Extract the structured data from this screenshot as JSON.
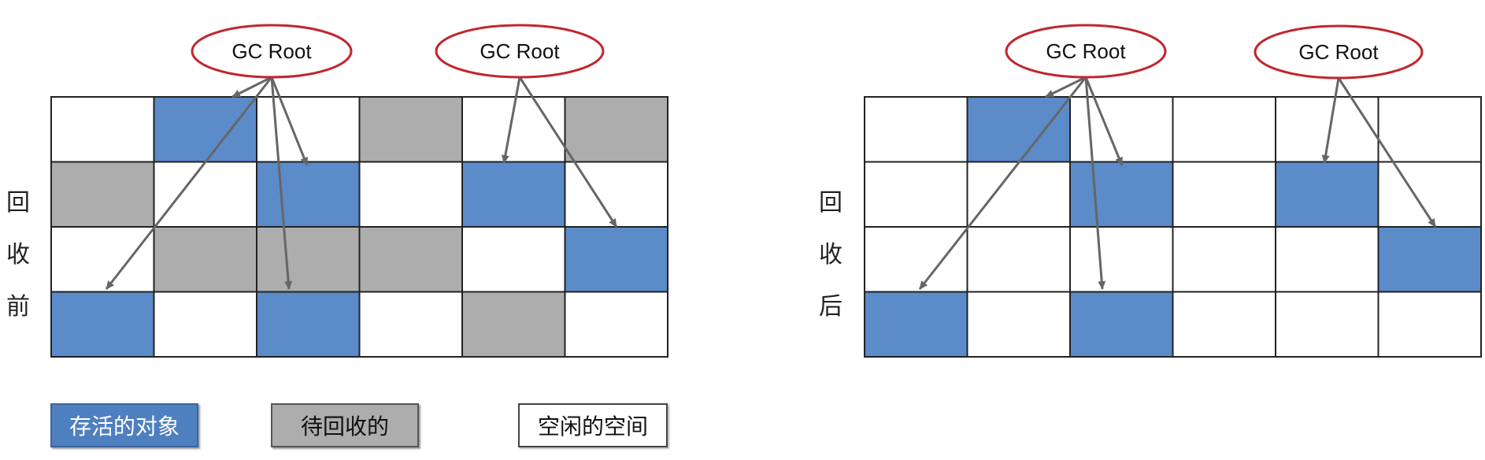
{
  "colors": {
    "alive": "#5b8bc9",
    "garbage": "#adadad",
    "free": "#ffffff",
    "grid_line": "#222222",
    "root_ellipse_stroke": "#c0272d",
    "arrow": "#666666"
  },
  "root_label": "GC Root",
  "legend": {
    "alive": "存活的对象",
    "garbage": "待回收的",
    "free": "空闲的空间"
  },
  "panels": [
    {
      "id": "before",
      "side_label": [
        "回",
        "收",
        "前"
      ],
      "grid": [
        [
          "free",
          "alive",
          "free",
          "garbage",
          "free",
          "garbage"
        ],
        [
          "garbage",
          "free",
          "alive",
          "free",
          "alive",
          "free"
        ],
        [
          "free",
          "garbage",
          "garbage",
          "garbage",
          "free",
          "alive"
        ],
        [
          "alive",
          "free",
          "alive",
          "free",
          "garbage",
          "free"
        ]
      ]
    },
    {
      "id": "after",
      "side_label": [
        "回",
        "收",
        "后"
      ],
      "grid": [
        [
          "free",
          "alive",
          "free",
          "free",
          "free",
          "free"
        ],
        [
          "free",
          "free",
          "alive",
          "free",
          "alive",
          "free"
        ],
        [
          "free",
          "free",
          "free",
          "free",
          "free",
          "alive"
        ],
        [
          "alive",
          "free",
          "alive",
          "free",
          "free",
          "free"
        ]
      ]
    }
  ]
}
